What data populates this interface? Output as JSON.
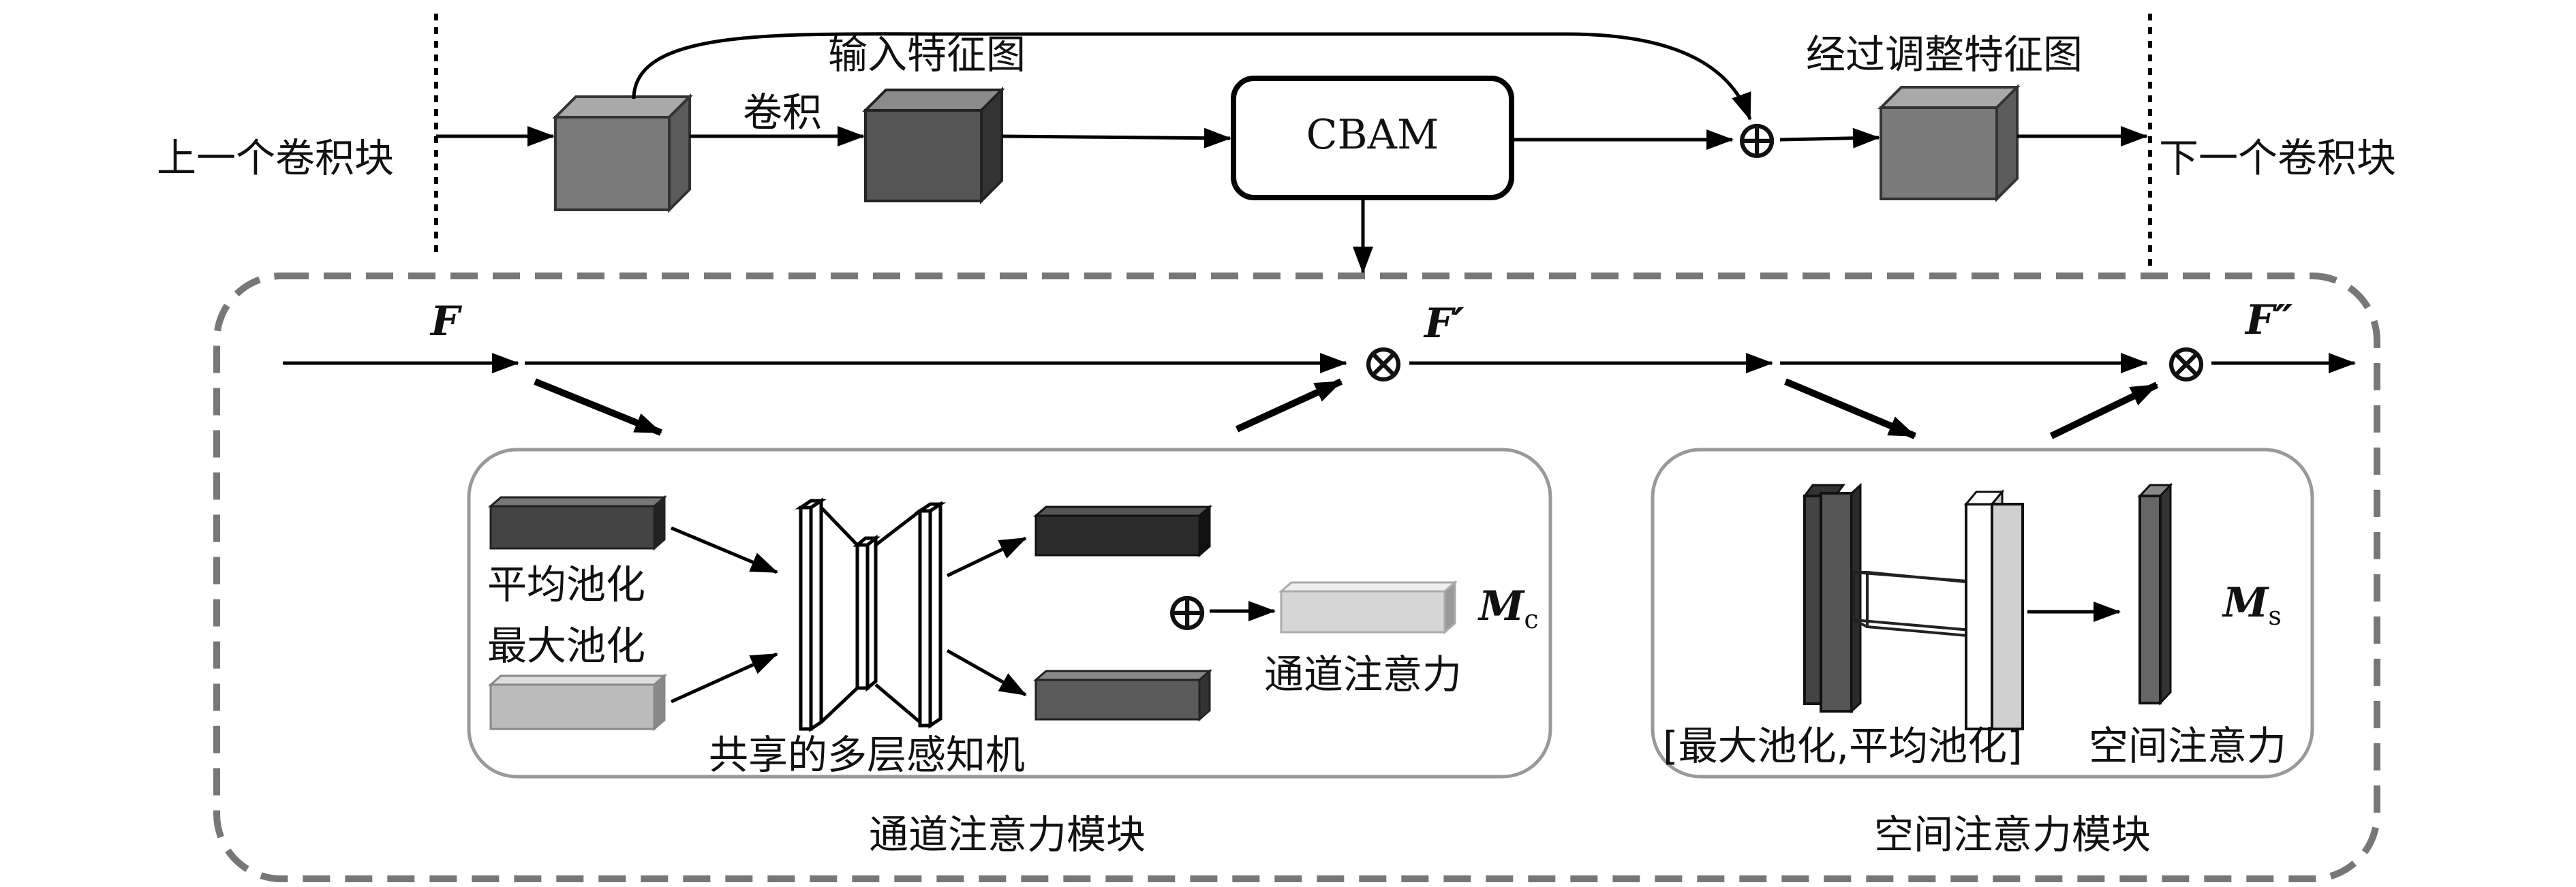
{
  "labels": {
    "prev_block": "上一个卷积块",
    "next_block": "下一个卷积块",
    "input_feature": "输入特征图",
    "conv": "卷积",
    "cbam": "CBAM",
    "adjusted_feature": "经过调整特征图",
    "F": "F",
    "F_prime": "F′",
    "F_double_prime": "F″",
    "avg_pool": "平均池化",
    "max_pool": "最大池化",
    "shared_mlp": "共享的多层感知机",
    "Mc_main": "M",
    "Mc_sub": "c",
    "channel_attention": "通道注意力",
    "Ms_main": "M",
    "Ms_sub": "s",
    "max_avg_pool": "[最大池化,平均池化]",
    "spatial_attention": "空间注意力",
    "channel_module": "通道注意力模块",
    "spatial_module": "空间注意力模块"
  },
  "symbols": {
    "add": "⊕",
    "multiply": "⊗"
  },
  "colors": {
    "cube_input": "#7a7a7a",
    "cube_conv": "#555555",
    "cube_output": "#7a7a7a",
    "avg_bar": "#444444",
    "max_bar": "#bbbbbb",
    "mlp_out_top": "#2c2c2c",
    "mlp_out_bottom": "#5a5a5a",
    "channel_att_bar": "#d6d6d6",
    "spatial_dark": "#555555",
    "spatial_light": "#d0d0d0",
    "spatial_out": "#666666",
    "dashed_border": "#777777",
    "module_border": "#999999"
  }
}
